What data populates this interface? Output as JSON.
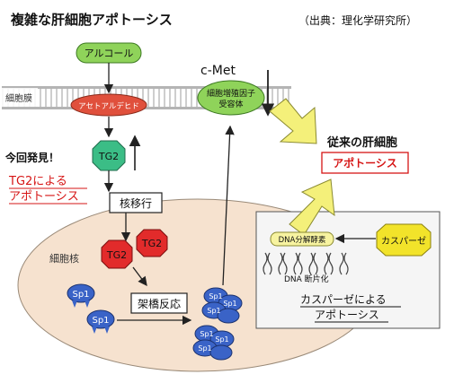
{
  "title": "複雑な肝細胞アポトーシス",
  "source": "（出典：理化学研究所）",
  "labels": {
    "alcohol": "アルコール",
    "membrane": "細胞膜",
    "acetaldehyde": "アセトアルデヒド",
    "cmet": "c-Met",
    "receptor_line1": "細胞増殖因子",
    "receptor_line2": "受容体",
    "tg2": "TG2",
    "discovery": "今回発見！",
    "tg2_apoptosis_line1": "TG2による",
    "tg2_apoptosis_line2": "アポトーシス",
    "nuclear_translocation": "核移行",
    "nucleus": "細胞核",
    "crosslink": "架橋反応",
    "sp1": "Sp1",
    "conventional": "従来の肝細胞",
    "apoptosis": "アポトーシス",
    "dnase": "DNA分解酵素",
    "dna_fragmentation": "DNA 断片化",
    "caspase": "カスパーゼ",
    "caspase_apoptosis_line1": "カスパーゼによる",
    "caspase_apoptosis_line2": "アポトーシス"
  },
  "colors": {
    "alcohol": "#8fd35a",
    "enzyme": "#e0503c",
    "tg2": "#3bbd86",
    "tg2_red": "#e22b2b",
    "nucleus": "#f6e2cf",
    "sp1": "#3a63c7",
    "caspase": "#f2e32a",
    "accent_red": "#d61515",
    "arrow_yellow": "#f4f07a"
  }
}
